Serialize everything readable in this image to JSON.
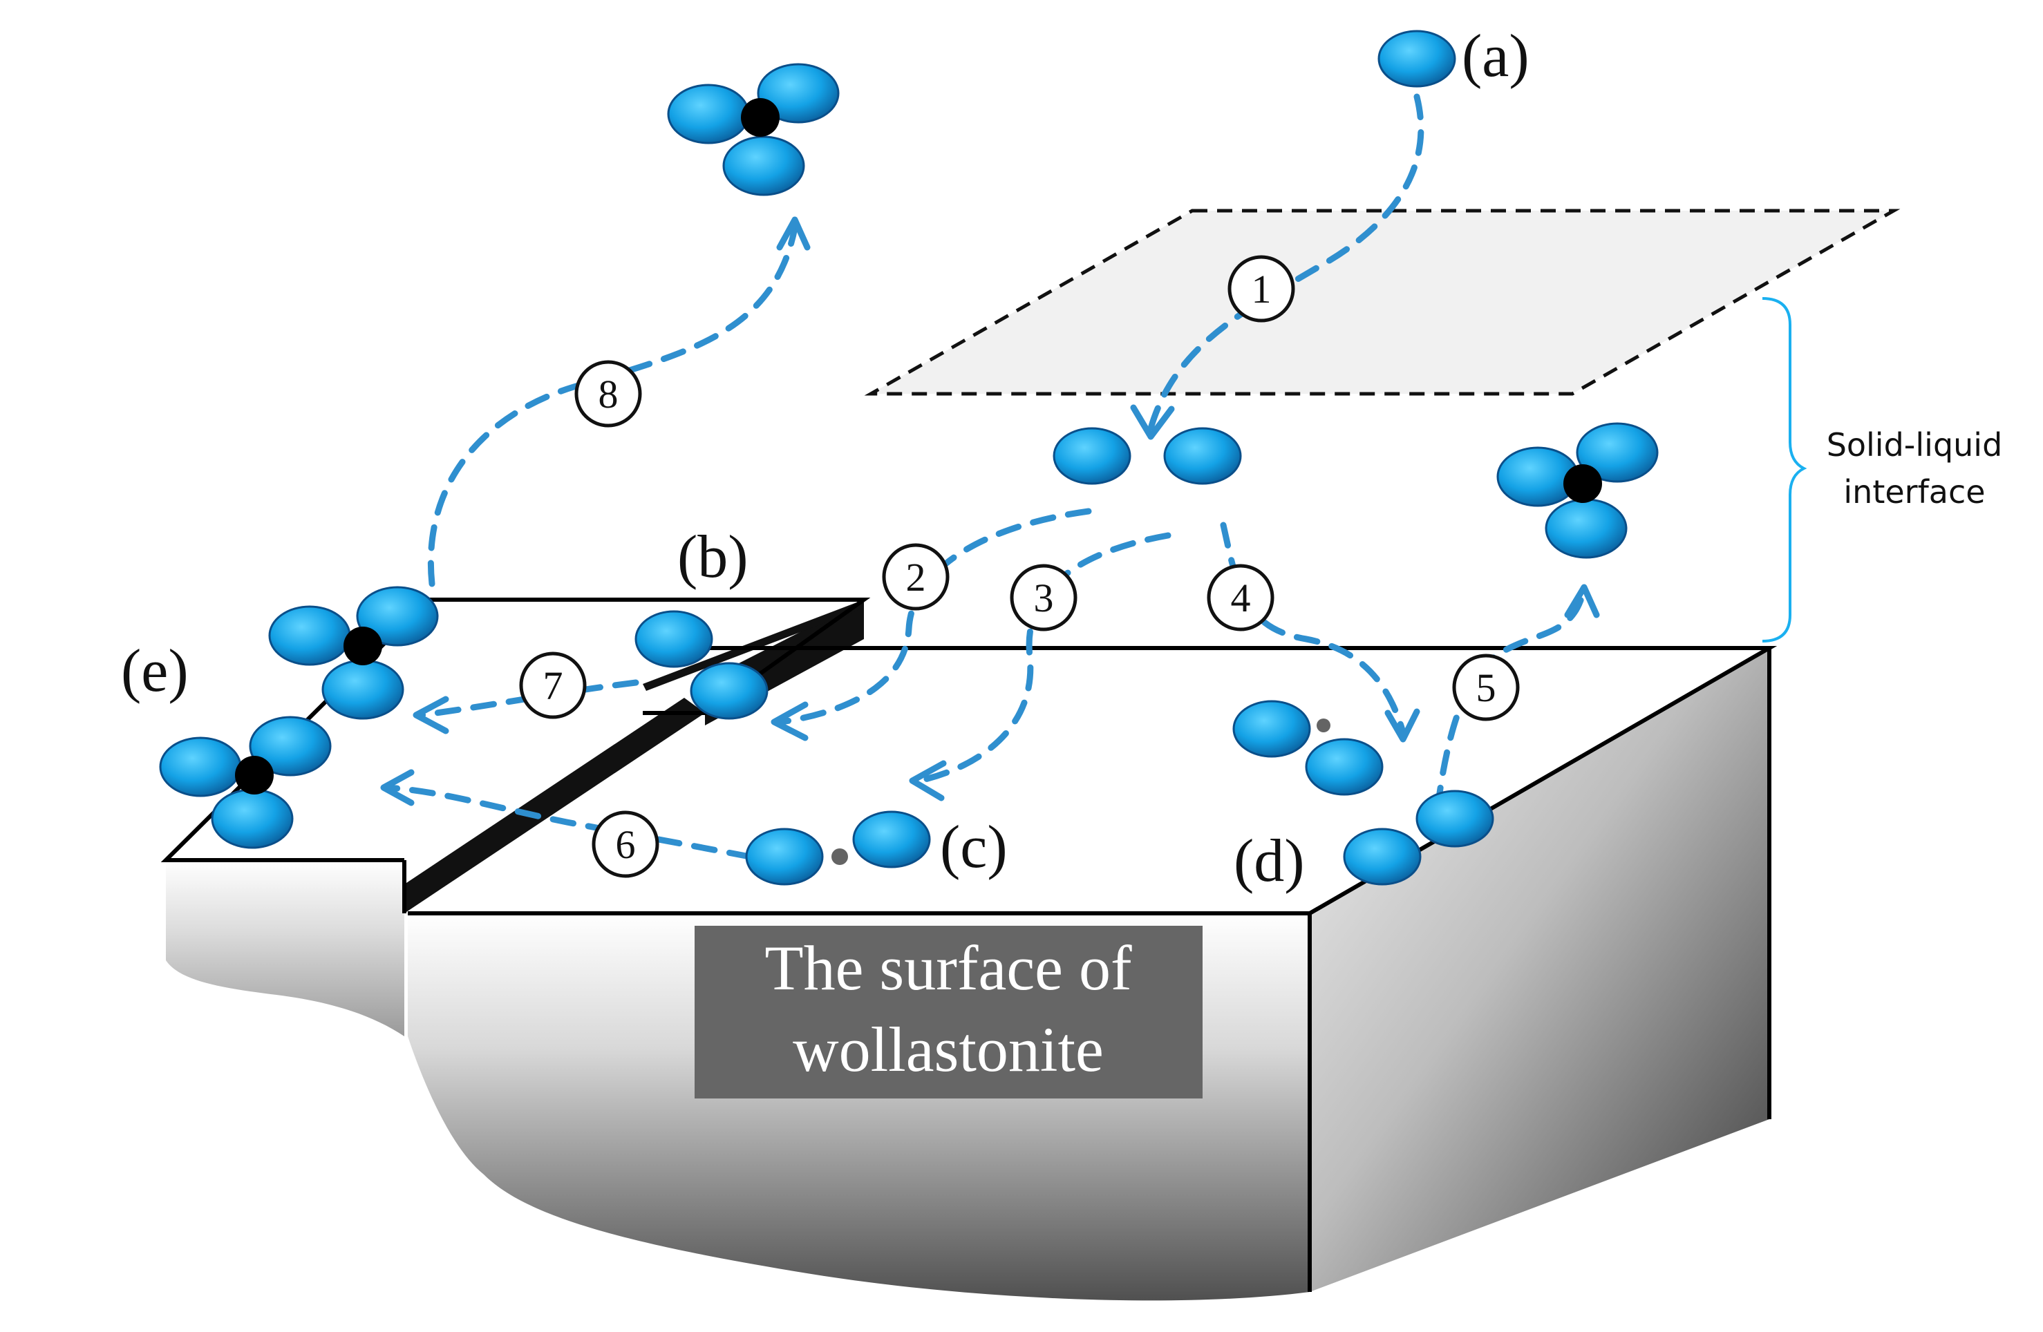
{
  "labels": {
    "a": "(a)",
    "b": "(b)",
    "c": "(c)",
    "d": "(d)",
    "e": "(e)"
  },
  "interface_label": {
    "line1": "Solid-liquid",
    "line2": "interface"
  },
  "caption": {
    "line1": "The surface of",
    "line2": "wollastonite"
  },
  "steps": [
    "1",
    "2",
    "3",
    "4",
    "5",
    "6",
    "7",
    "8"
  ],
  "colors": {
    "molecule": "#1aa0e8",
    "molecule_edge": "#0a4f8a",
    "path": "#2f8fcf",
    "center_atom": "#000000",
    "caption_bg": "#666666",
    "interface_bracket": "#1ab0f0"
  }
}
